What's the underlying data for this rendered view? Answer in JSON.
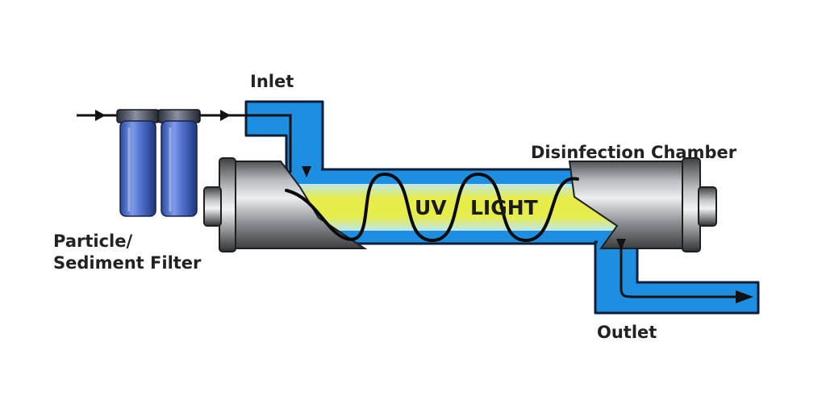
{
  "labels": {
    "inlet": "Inlet",
    "chamber": "Disinfection Chamber",
    "filter_line1": "Particle/",
    "filter_line2": "Sediment Filter",
    "outlet": "Outlet",
    "uv_word": "UV",
    "light_word": "LIGHT"
  },
  "colors": {
    "water": "#1e8fe0",
    "pipe_outline": "#0c1d36",
    "uv_glow": "#e4ea3a",
    "filter_housing": "#3d62c2",
    "flow_arrow": "#111111",
    "casing": "#8a8d91"
  }
}
